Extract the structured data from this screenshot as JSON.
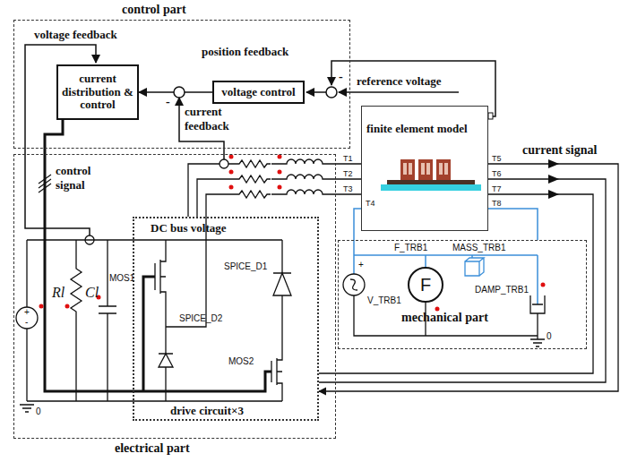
{
  "diagram": {
    "nodes": [
      {
        "text": [
          "control part"
        ]
      },
      {
        "text": [
          "current distribution & control"
        ],
        "in": 0
      },
      {
        "text": [
          "voltage control"
        ],
        "in": 0
      },
      {
        "text": [
          "finite element model"
        ]
      },
      {
        "text": [
          "electrical part"
        ]
      },
      {
        "text": [
          "DC bus voltage",
          "drive circuit×3"
        ],
        "in": 4
      },
      {
        "text": [
          "mechanical part"
        ]
      },
      {
        "text": [
          "F"
        ],
        "in": 6
      }
    ],
    "edges": [
      {
        "from": 2,
        "to": 1,
        "arrow": "to"
      },
      {
        "from": 1,
        "to": 5,
        "arrow": "none"
      },
      {
        "from": 5,
        "to": 3,
        "arrow": "none"
      },
      {
        "from": 3,
        "to": 6,
        "arrow": "none"
      },
      {
        "from": 3,
        "to": 5,
        "arrow": "to"
      }
    ],
    "labels": [
      "voltage feedback",
      "position feedback",
      "reference voltage",
      "-",
      "-",
      "current feedback",
      "control signal",
      "current signal",
      "T1",
      "T2",
      "T3",
      "T4",
      "T5",
      "T6",
      "T7",
      "T8",
      "Rl",
      "Cl",
      "+",
      "-",
      "0",
      "MOS1",
      "SPICE_D2",
      "SPICE_D1",
      "MOS2",
      "F_TRB1",
      "MASS_TRB1",
      "V_TRB1",
      "DAMP_TRB1",
      "0",
      "+"
    ]
  }
}
